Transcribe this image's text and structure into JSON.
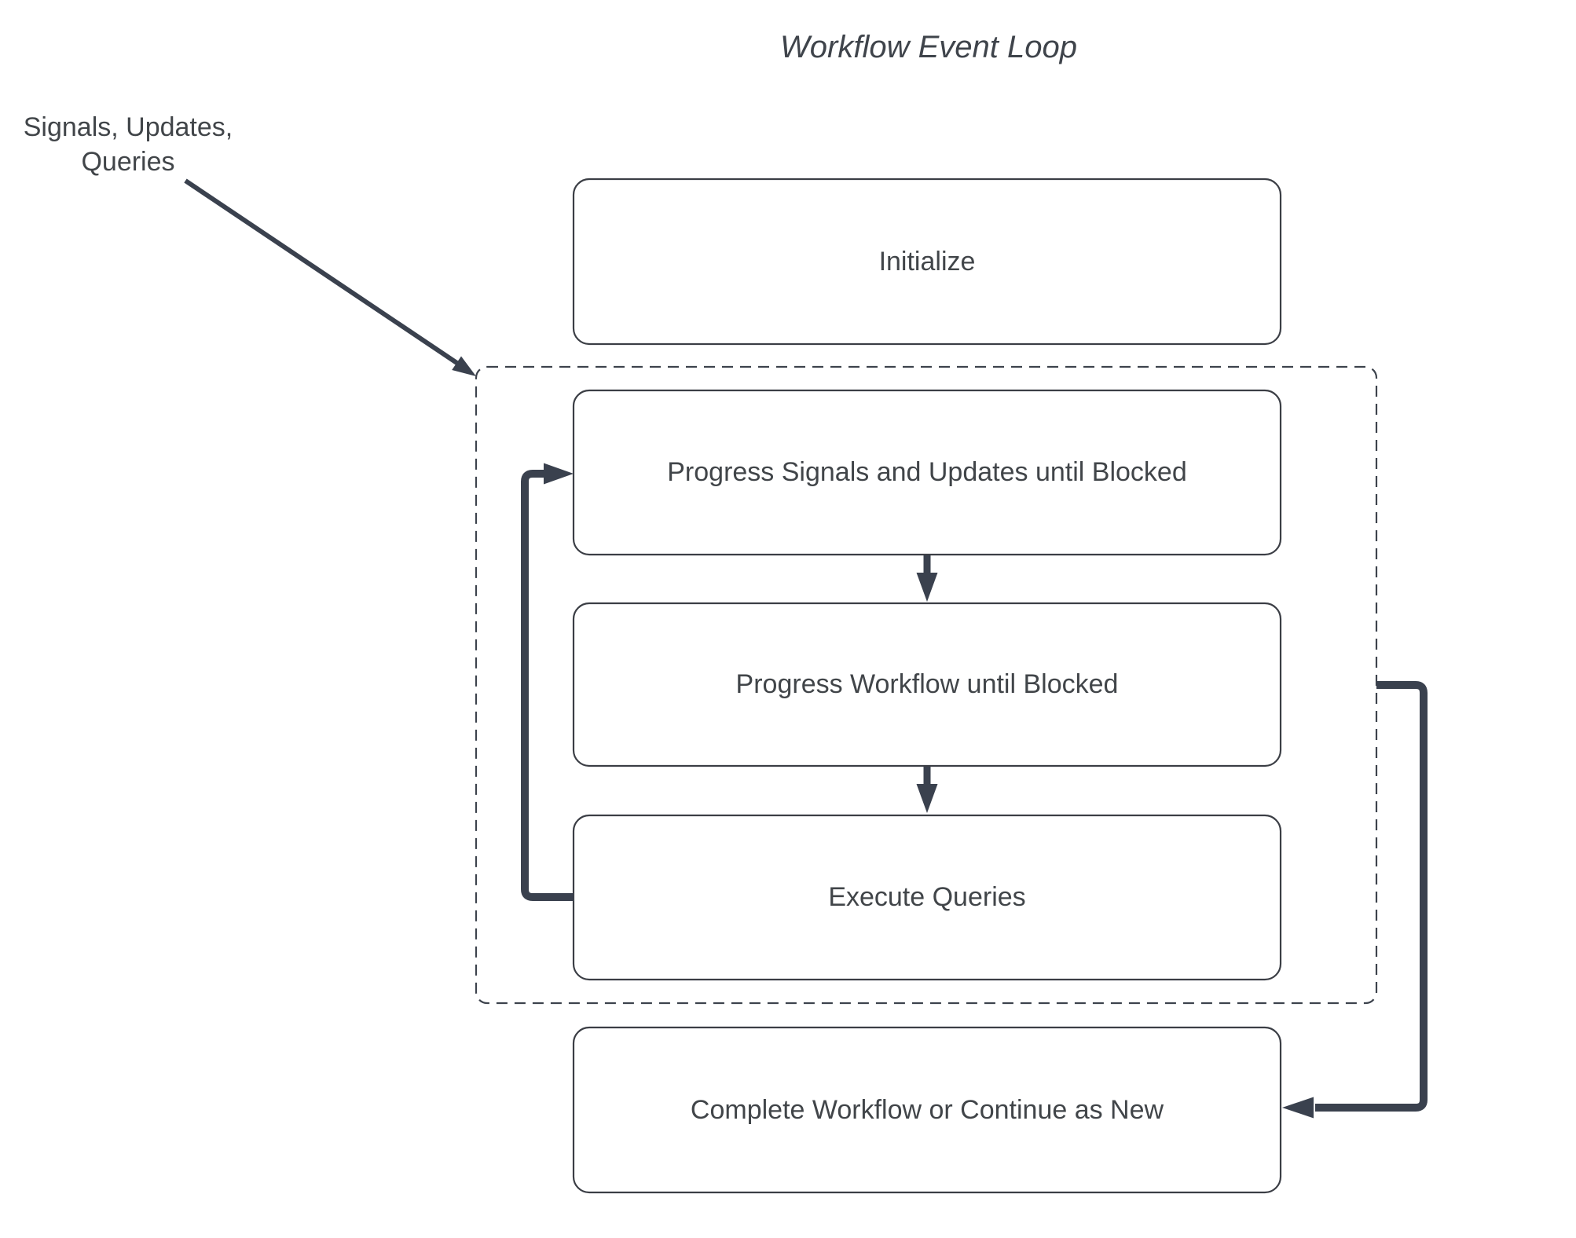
{
  "diagram": {
    "title": "Workflow Event Loop",
    "annotation": {
      "line1": "Signals, Updates,",
      "line2": "Queries"
    },
    "nodes": {
      "initialize": "Initialize",
      "progress_signals": "Progress Signals and Updates until Blocked",
      "progress_workflow": "Progress Workflow until Blocked",
      "execute_queries": "Execute Queries",
      "complete": "Complete Workflow or Continue as New"
    },
    "colors": {
      "background": "#ffffff",
      "connector": "#3a414e",
      "node_border": "#3b3e45",
      "group_border": "#3d434d",
      "text": "#414549"
    }
  }
}
